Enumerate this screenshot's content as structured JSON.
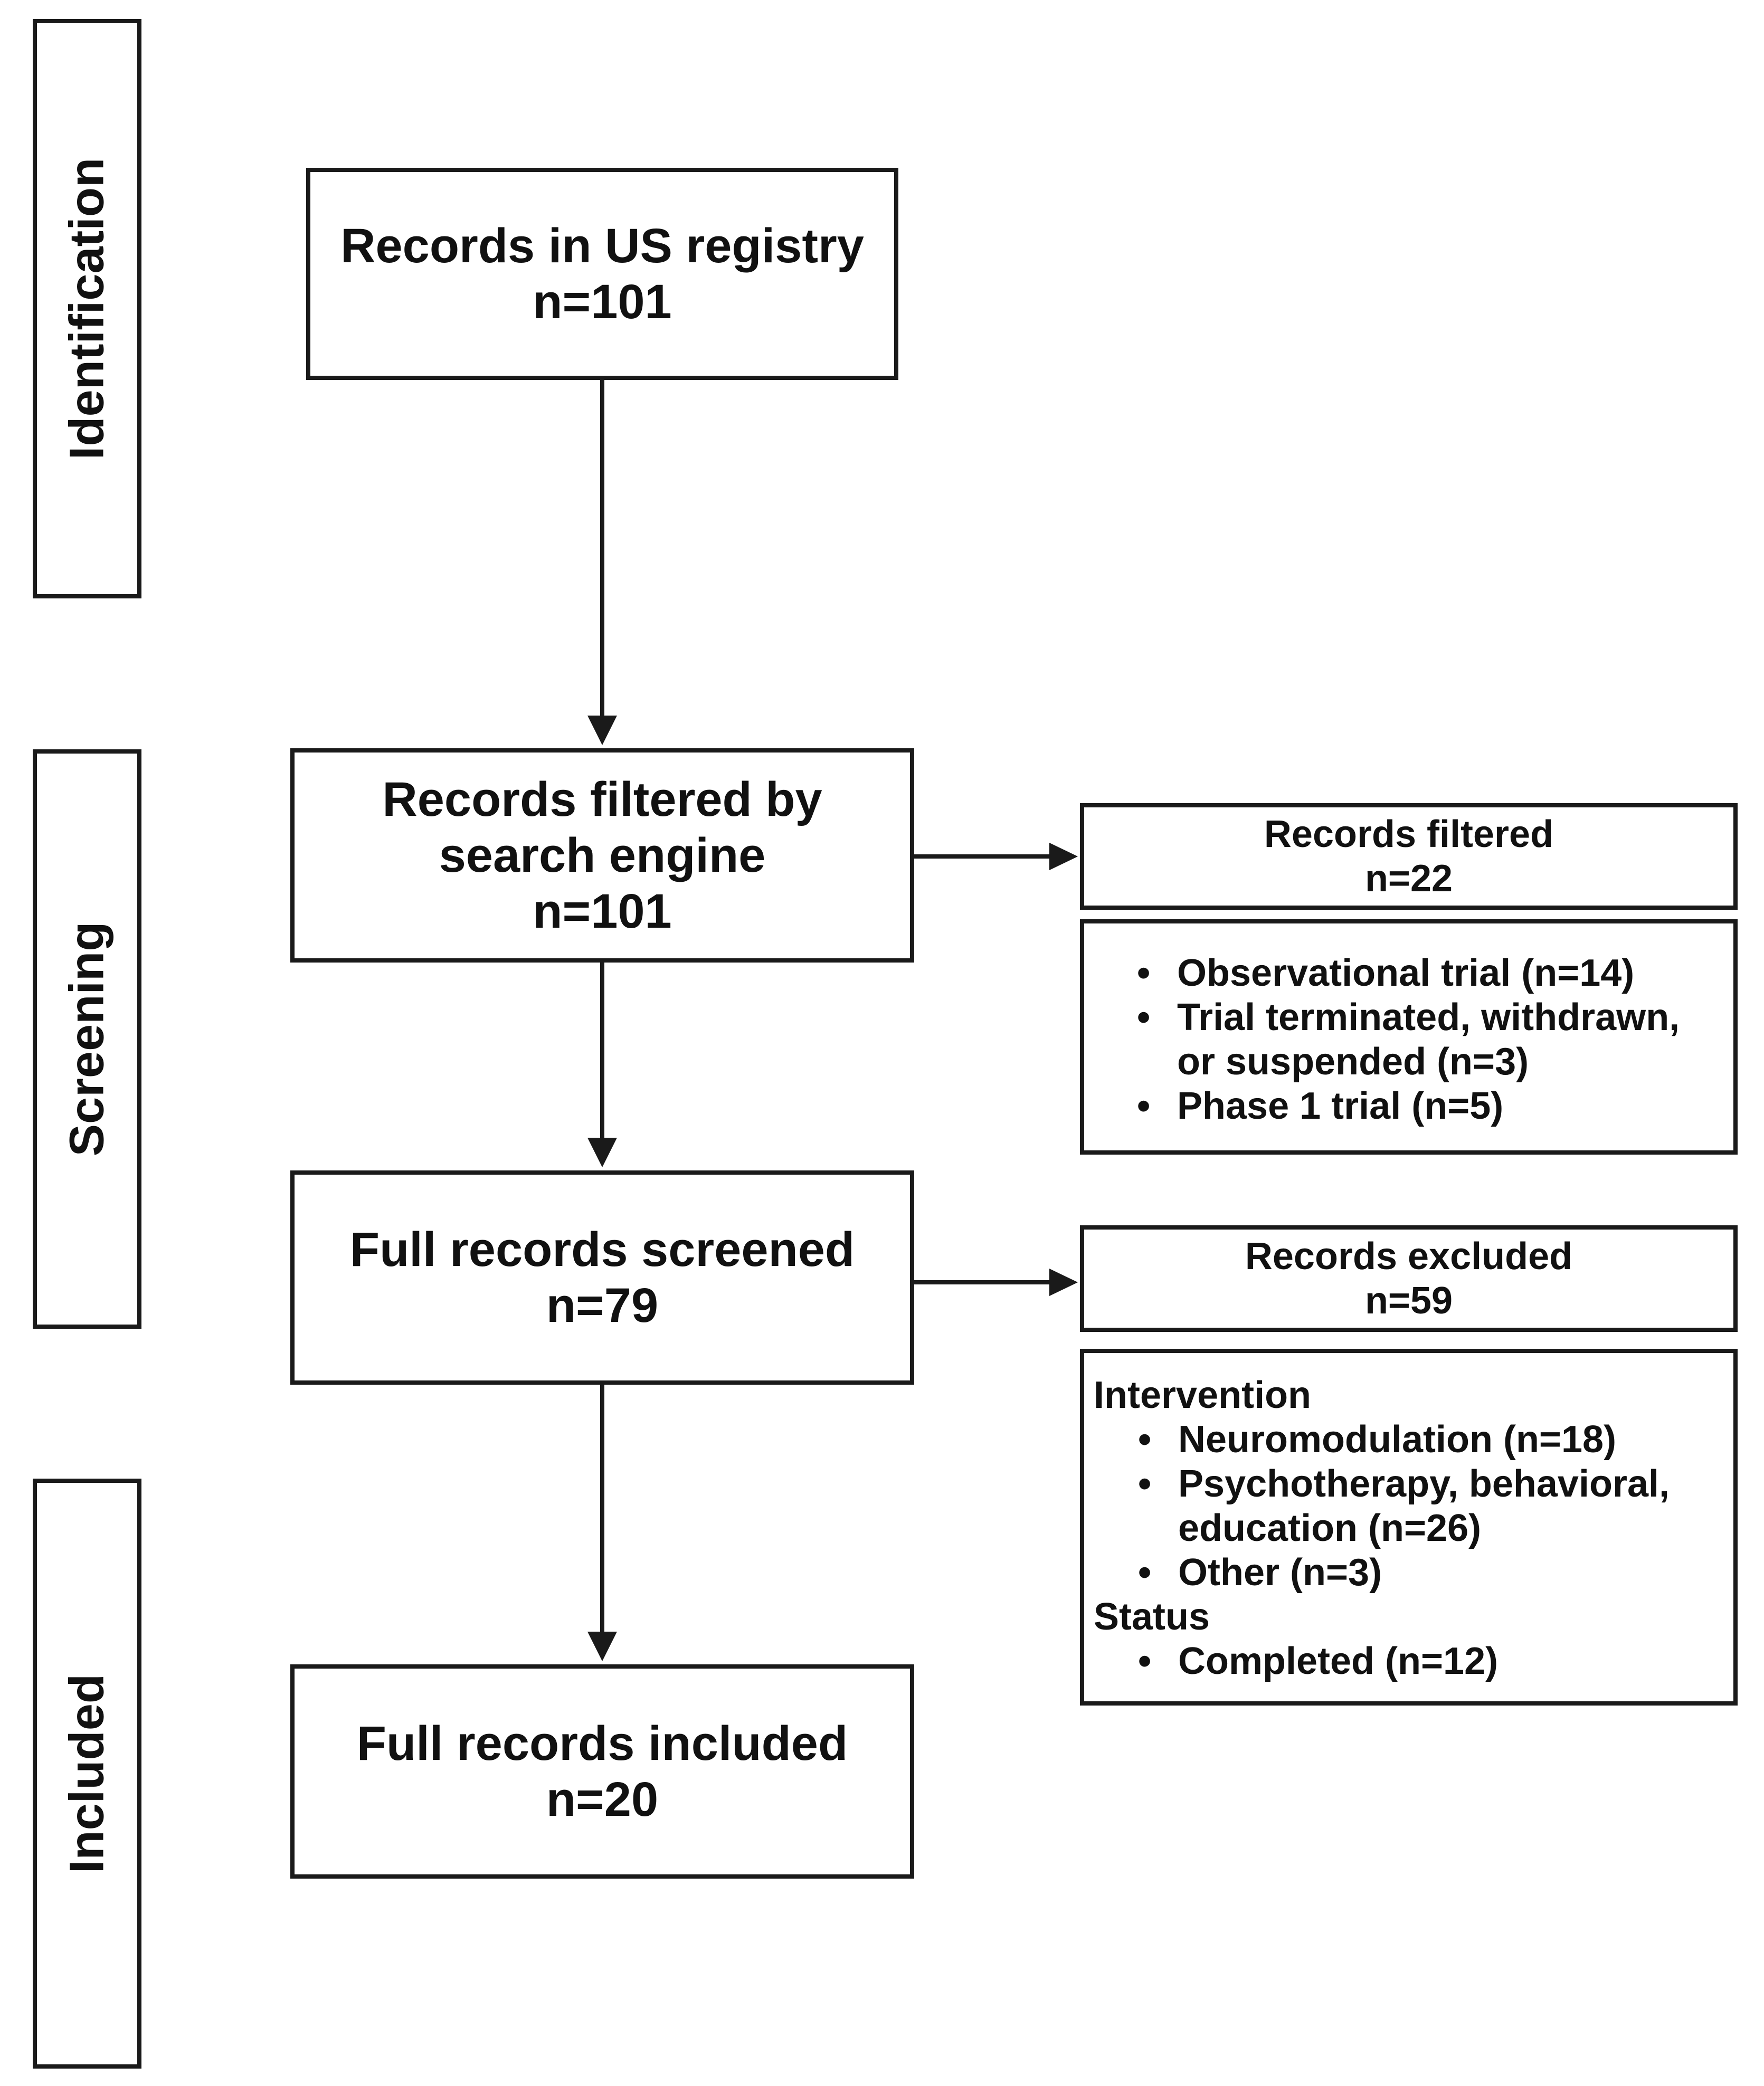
{
  "stages": {
    "identification": "Identification",
    "screening": "Screening",
    "included": "Included"
  },
  "boxes": {
    "registry": {
      "title": "Records in US registry",
      "count": "n=101"
    },
    "filtered_search": {
      "title_line1": "Records filtered by",
      "title_line2": "search engine",
      "count": "n=101"
    },
    "screened": {
      "title": "Full records screened",
      "count": "n=79"
    },
    "included": {
      "title": "Full records included",
      "count": "n=20"
    }
  },
  "side": {
    "filtered": {
      "title": "Records filtered",
      "count": "n=22",
      "reasons": [
        "Observational trial (n=14)",
        "Trial terminated, withdrawn,",
        "or suspended (n=3)",
        "Phase 1 trial (n=5)"
      ]
    },
    "excluded": {
      "title": "Records excluded",
      "count": "n=59",
      "intervention_label": "Intervention",
      "intervention": [
        "Neuromodulation (n=18)",
        "Psychotherapy, behavioral,",
        "education (n=26)",
        "Other (n=3)"
      ],
      "status_label": "Status",
      "status": [
        "Completed (n=12)"
      ]
    }
  }
}
